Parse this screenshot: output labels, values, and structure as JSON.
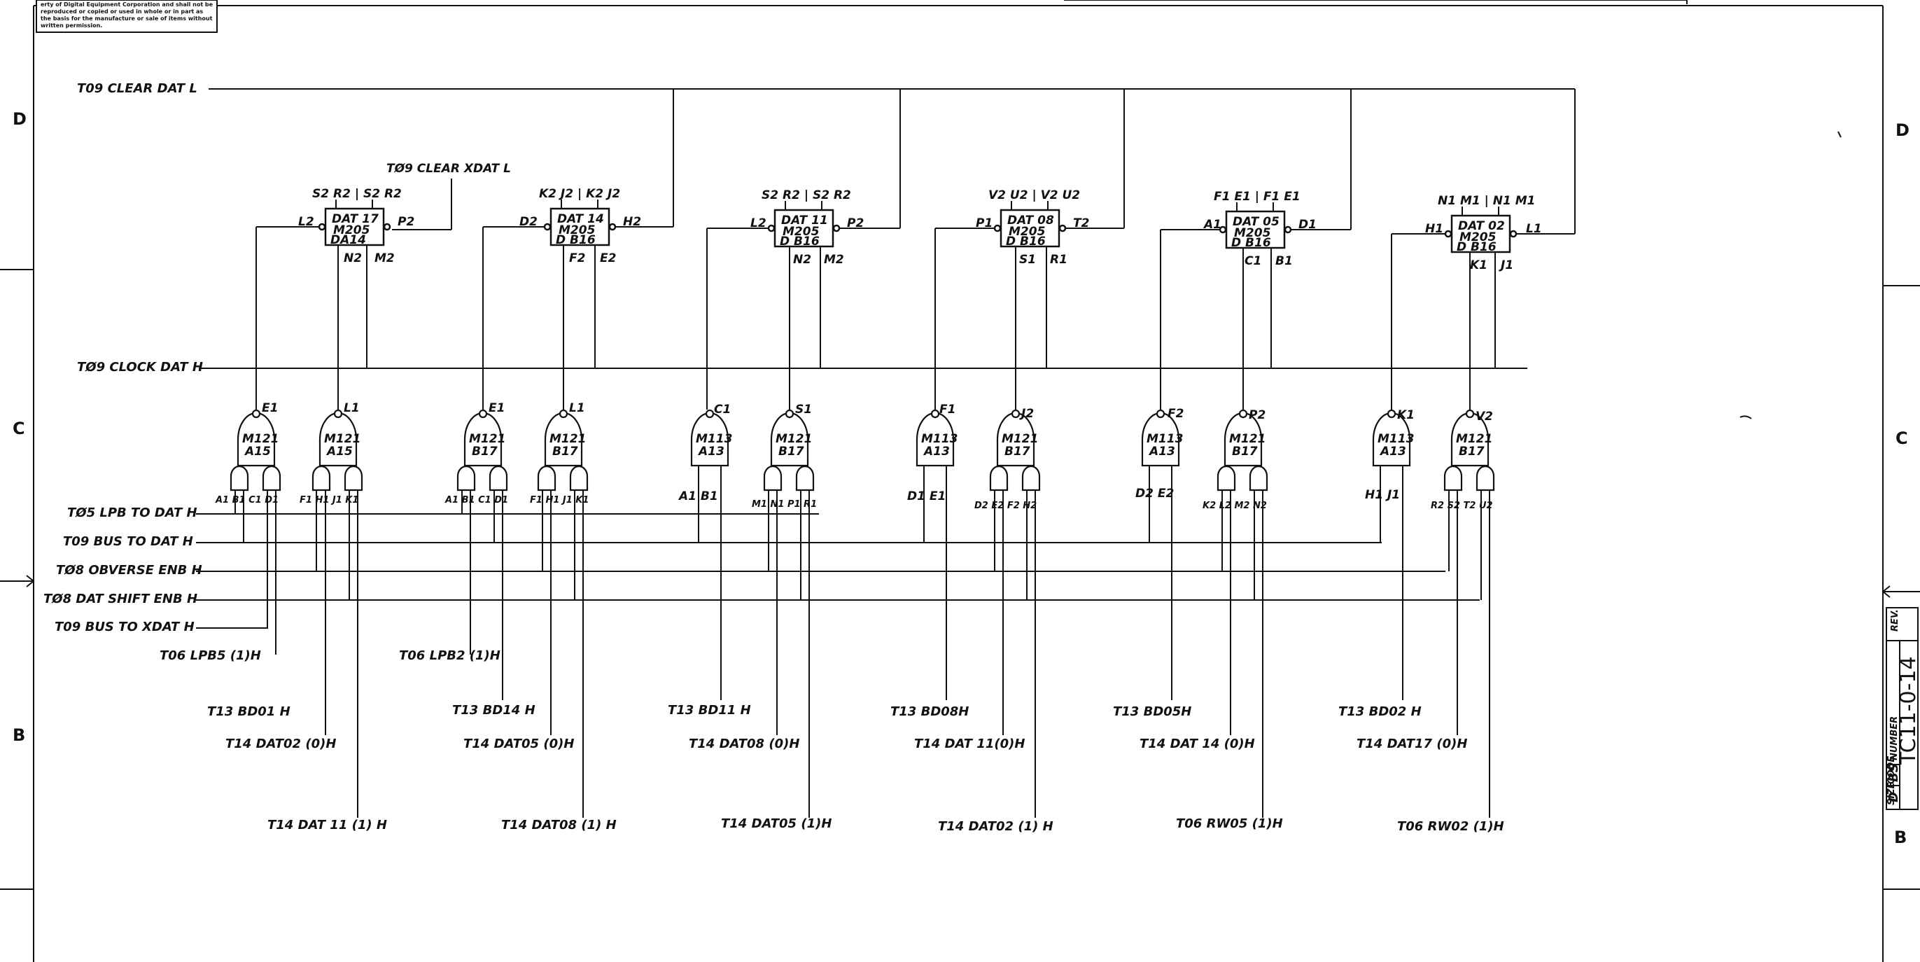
{
  "notice": {
    "lines": [
      "erty of Digital Equipment Corporation and shall not be",
      "reproduced or copied or used in whole or in part as",
      "the basis for the manufacture or sale of items without",
      "written permission."
    ]
  },
  "zones": {
    "D": "D",
    "C": "C",
    "B": "B"
  },
  "title_block": {
    "size_label": "SIZE",
    "size": "D",
    "code_label": "CODE",
    "code": "BS",
    "number_label": "NUMBER",
    "number": "TC11-0-14",
    "rev_label": "REV."
  },
  "clear_line": "T09 CLEAR DAT L",
  "clear_xdat": "TØ9 CLEAR XDAT L",
  "clock_line": "TØ9 CLOCK DAT H",
  "bus_lines": [
    "TØ5 LPB TO DAT H",
    "T09 BUS TO DAT H",
    "TØ8 OBVERSE ENB H",
    "TØ8 DAT SHIFT ENB H",
    "T09 BUS TO XDAT H"
  ],
  "flipflops": [
    {
      "name": "DAT 17",
      "type": "M205",
      "loc": "DA14",
      "pins_top": "S2 R2 | S2 R2",
      "pin_in": "L2",
      "pin_out": "P2",
      "pin_b1": "N2",
      "pin_b2": "M2"
    },
    {
      "name": "DAT 14",
      "type": "M205",
      "loc": "D B16",
      "pins_top": "K2 J2 | K2 J2",
      "pin_in": "D2",
      "pin_out": "H2",
      "pin_b1": "F2",
      "pin_b2": "E2"
    },
    {
      "name": "DAT 11",
      "type": "M205",
      "loc": "D B16",
      "pins_top": "S2 R2 | S2 R2",
      "pin_in": "L2",
      "pin_out": "P2",
      "pin_b1": "N2",
      "pin_b2": "M2"
    },
    {
      "name": "DAT 08",
      "type": "M205",
      "loc": "D B16",
      "pins_top": "V2 U2 | V2 U2",
      "pin_in": "P1",
      "pin_out": "T2",
      "pin_b1": "S1",
      "pin_b2": "R1"
    },
    {
      "name": "DAT 05",
      "type": "M205",
      "loc": "D B16",
      "pins_top": "F1 E1 | F1 E1",
      "pin_in": "A1",
      "pin_out": "D1",
      "pin_b1": "C1",
      "pin_b2": "B1"
    },
    {
      "name": "DAT 02",
      "type": "M205",
      "loc": "D B16",
      "pins_top": "N1 M1 | N1 M1",
      "pin_in": "H1",
      "pin_out": "L1",
      "pin_b1": "K1",
      "pin_b2": "J1"
    }
  ],
  "gates": [
    {
      "type": "M121",
      "loc": "A15",
      "out": "E1",
      "ins": "A1 B1  C1 D1"
    },
    {
      "type": "M121",
      "loc": "A15",
      "out": "L1",
      "ins": "F1 H1  J1 K1"
    },
    {
      "type": "M121",
      "loc": "B17",
      "out": "E1",
      "ins": "A1 B1  C1 D1"
    },
    {
      "type": "M121",
      "loc": "B17",
      "out": "L1",
      "ins": "F1 H1  J1 K1"
    },
    {
      "type": "M113",
      "loc": "A13",
      "out": "C1",
      "ins": "A1   B1"
    },
    {
      "type": "M121",
      "loc": "B17",
      "out": "S1",
      "ins": "M1 N1  P1 R1"
    },
    {
      "type": "M113",
      "loc": "A13",
      "out": "F1",
      "ins": "D1   E1"
    },
    {
      "type": "M121",
      "loc": "B17",
      "out": "J2",
      "ins": "D2 E2  F2 H2"
    },
    {
      "type": "M113",
      "loc": "A13",
      "out": "F2",
      "ins": "D2   E2"
    },
    {
      "type": "M121",
      "loc": "B17",
      "out": "P2",
      "ins": "K2 L2  M2 N2"
    },
    {
      "type": "M113",
      "loc": "A13",
      "out": "K1",
      "ins": "H1   J1"
    },
    {
      "type": "M121",
      "loc": "B17",
      "out": "V2",
      "ins": "R2 S2  T2 U2"
    }
  ],
  "bottom_signals": [
    [
      "T06 LPB5 (1)H",
      "T13 BD01 H",
      "T14 DAT02 (0)H",
      "T14 DAT 11 (1) H"
    ],
    [
      "T06 LPB2 (1)H",
      "T13 BD14 H",
      "T14 DAT05 (0)H",
      "T14 DAT08 (1) H"
    ],
    [
      "T13 BD11 H",
      "T14 DAT08 (0)H",
      "T14 DAT05 (1)H"
    ],
    [
      "T13 BD08H",
      "T14 DAT 11(0)H",
      "T14 DAT02 (1) H"
    ],
    [
      "T13 BD05H",
      "T14 DAT 14 (0)H",
      "T06 RW05 (1)H"
    ],
    [
      "T13 BD02 H",
      "T14 DAT17 (0)H",
      "T06 RW02 (1)H"
    ]
  ]
}
